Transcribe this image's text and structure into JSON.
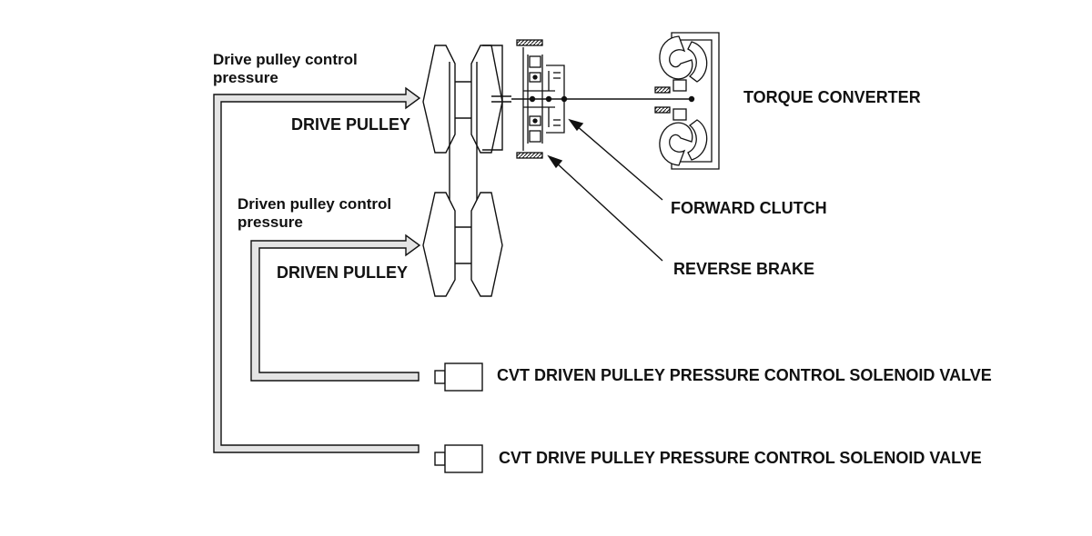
{
  "labels": {
    "drive_pulley_pressure_line1": "Drive pulley control",
    "drive_pulley_pressure_line2": "pressure",
    "drive_pulley": "DRIVE PULLEY",
    "driven_pulley_pressure_line1": "Driven pulley control",
    "driven_pulley_pressure_line2": "pressure",
    "driven_pulley": "DRIVEN PULLEY",
    "torque_converter": "TORQUE CONVERTER",
    "forward_clutch": "FORWARD CLUTCH",
    "reverse_brake": "REVERSE BRAKE",
    "driven_solenoid": "CVT DRIVEN PULLEY PRESSURE CONTROL SOLENOID VALVE",
    "drive_solenoid": "CVT DRIVE PULLEY PRESSURE CONTROL SOLENOID VALVE"
  },
  "colors": {
    "line": "#111111",
    "pipe_fill": "#e4e4e4",
    "background": "#ffffff"
  }
}
